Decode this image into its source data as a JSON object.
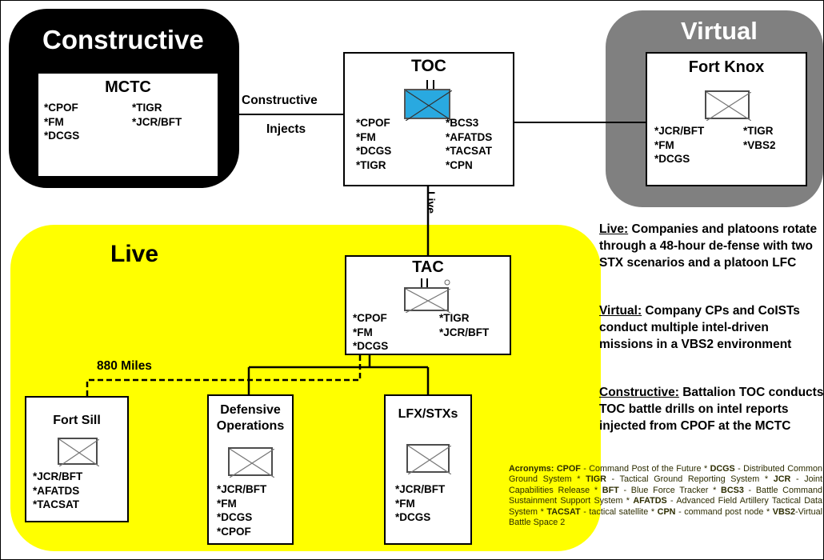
{
  "regions": {
    "constructive_title": "Constructive",
    "virtual_title": "Virtual",
    "live_title": "Live"
  },
  "nodes": {
    "mctc": {
      "title": "MCTC",
      "systems_left": [
        "*CPOF",
        "*FM",
        "*DCGS"
      ],
      "systems_right": [
        "*TIGR",
        "*JCR/BFT"
      ]
    },
    "toc": {
      "title": "TOC",
      "systems_left": [
        "*CPOF",
        "*FM",
        "*DCGS",
        "*TIGR"
      ],
      "systems_right": [
        "*BCS3",
        "*AFATDS",
        "*TACSAT",
        "*CPN"
      ]
    },
    "fort_knox": {
      "title": "Fort Knox",
      "systems_left": [
        "*JCR/BFT",
        "*FM",
        "*DCGS"
      ],
      "systems_right": [
        "*TIGR",
        "*VBS2"
      ]
    },
    "tac": {
      "title": "TAC",
      "systems_left": [
        "*CPOF",
        "*FM",
        "*DCGS"
      ],
      "systems_right": [
        "*TIGR",
        "*JCR/BFT"
      ]
    },
    "fort_sill": {
      "title": "Fort Sill",
      "systems": [
        "*JCR/BFT",
        "*AFATDS",
        "*TACSAT"
      ]
    },
    "defensive_ops": {
      "title_line1": "Defensive",
      "title_line2": "Operations",
      "systems": [
        "*JCR/BFT",
        "*FM",
        "*DCGS",
        "*CPOF"
      ]
    },
    "lfx": {
      "title": "LFX/STXs",
      "systems": [
        "*JCR/BFT",
        "*FM",
        "*DCGS"
      ]
    }
  },
  "links": {
    "constructive_label": "Constructive",
    "injects_label": "Injects",
    "live_label": "Live",
    "distance_label": "880 Miles"
  },
  "notes": [
    {
      "lead": "Live:",
      "text": " Companies and platoons rotate through a 48-hour de-fense with two STX scenarios and a platoon LFC"
    },
    {
      "lead": "Virtual:",
      "text": " Company CPs and CoISTs conduct multiple intel-driven missions in a VBS2 environment"
    },
    {
      "lead": "Constructive:",
      "text": " Battalion TOC conducts TOC battle drills on intel reports injected from CPOF at the MCTC"
    }
  ],
  "acronyms": {
    "heading": "Acronyms:",
    "entries": [
      {
        "term": "CPOF",
        "def": "Command Post of the Future"
      },
      {
        "term": "DCGS",
        "def": "Distributed Common Ground System"
      },
      {
        "term": "TIGR",
        "def": "Tactical Ground Reporting System"
      },
      {
        "term": "JCR",
        "def": "Joint Capabilities Release"
      },
      {
        "term": "BFT",
        "def": "Blue Force Tracker"
      },
      {
        "term": "BCS3",
        "def": "Battle Command Sustainment Support System"
      },
      {
        "term": "AFATDS",
        "def": "Advanced Field Artillery Tactical Data System"
      },
      {
        "term": "TACSAT",
        "def": "tactical satellite"
      },
      {
        "term": "CPN",
        "def": "command post node"
      },
      {
        "term": "VBS2",
        "def": "Virtual Battle Space 2"
      }
    ]
  },
  "colors": {
    "live_region": "#ffff00",
    "virtual_region": "#808080",
    "constructive_region": "#000000",
    "toc_symbol_fill": "#29a9e0",
    "acronyms_text": "#2d2d00"
  }
}
